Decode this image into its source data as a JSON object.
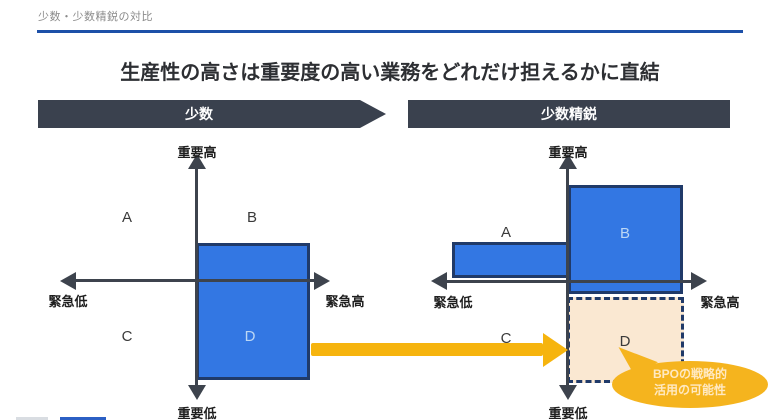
{
  "slide": {
    "kicker": "少数・少数精鋭の対比",
    "title": "生産性の高さは重要度の高い業務をどれだけ担えるかに直結"
  },
  "banners": {
    "left": "少数",
    "right": "少数精鋭"
  },
  "charts": {
    "left": {
      "axis_top": "重要高",
      "axis_bottom": "重要低",
      "axis_left": "緊急低",
      "axis_right": "緊急高",
      "quad_a": "A",
      "quad_b": "B",
      "quad_c": "C",
      "quad_d": "D"
    },
    "right": {
      "axis_top": "重要高",
      "axis_bottom": "重要低",
      "axis_left": "緊急低",
      "axis_right": "緊急高",
      "quad_a": "A",
      "quad_b": "B",
      "quad_c": "C",
      "quad_d": "D"
    }
  },
  "bubble": {
    "line1": "BPOの戦略的",
    "line2": "活用の可能性"
  },
  "colors": {
    "rule_blue": "#1D50A8",
    "banner_dark": "#3A414E",
    "rect_blue_fill": "#3377E3",
    "rect_navy_border": "#203A69",
    "beige_fill": "#FAE8D2",
    "arrow_yellow": "#F6B40E",
    "bubble_amber": "#F5B41E",
    "axis_dark": "#3D434D"
  }
}
